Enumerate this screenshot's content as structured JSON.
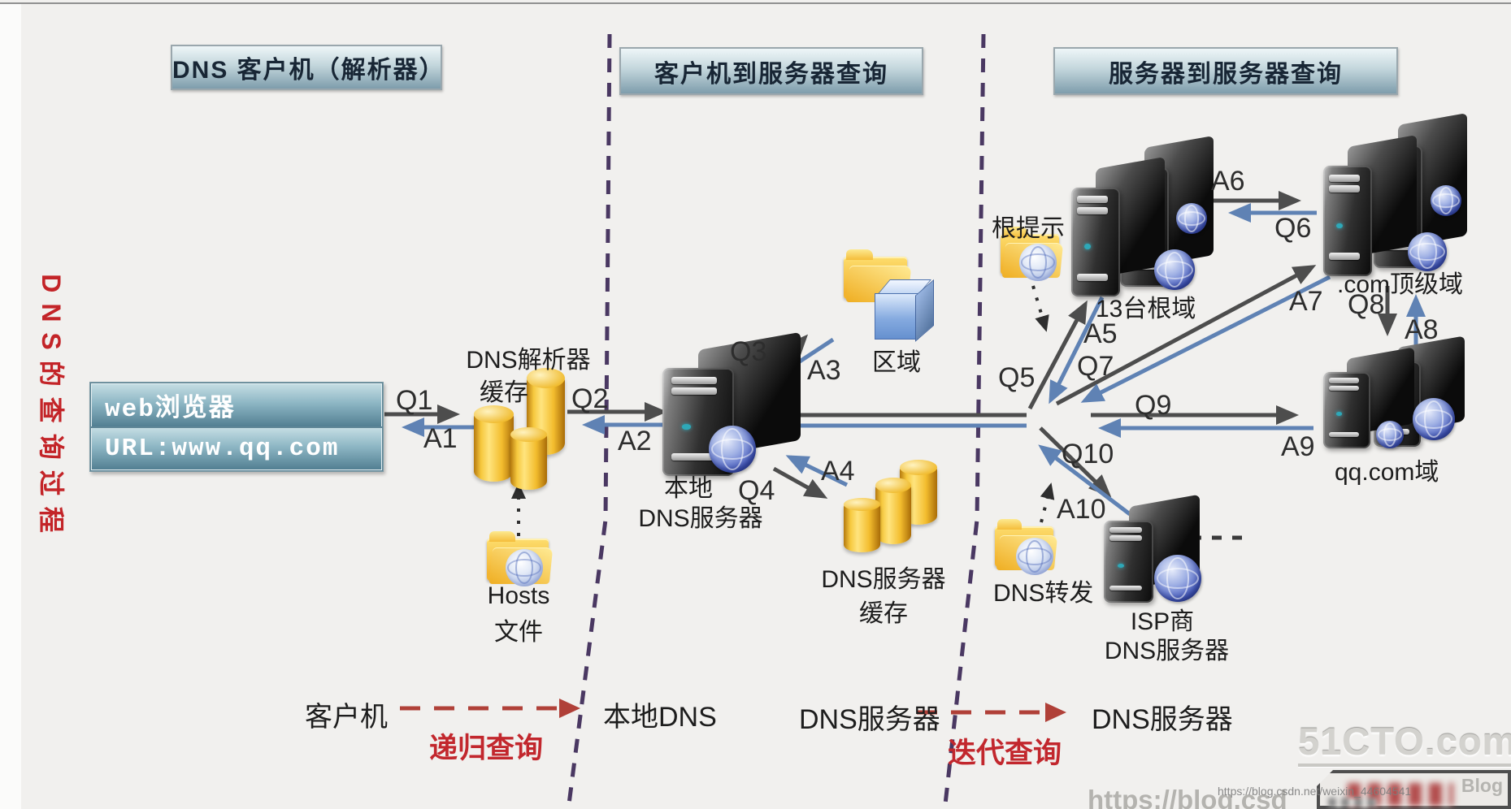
{
  "headers": {
    "client": "DNS 客户机（解析器）",
    "client_to_server": "客户机到服务器查询",
    "server_to_server": "服务器到服务器查询"
  },
  "side_title": "DNS的查询过程",
  "browser": {
    "line1": "web浏览器",
    "line2": "URL:www.qq.com"
  },
  "nodes": {
    "resolver_cache_1": "DNS解析器",
    "resolver_cache_2": "缓存",
    "hosts_1": "Hosts",
    "hosts_2": "文件",
    "local_dns_1": "本地",
    "local_dns_2": "DNS服务器",
    "zone": "区域",
    "server_cache_1": "DNS服务器",
    "server_cache_2": "缓存",
    "root_hints": "根提示",
    "root_servers": "13台根域",
    "com_tld": ".com顶级域",
    "qq_domain": "qq.com域",
    "dns_forward": "DNS转发",
    "isp_1": "ISP商",
    "isp_2": "DNS服务器"
  },
  "edges": {
    "q1": "Q1",
    "a1": "A1",
    "q2": "Q2",
    "a2": "A2",
    "q3": "Q3",
    "a3": "A3",
    "q4": "Q4",
    "a4": "A4",
    "q5": "Q5",
    "a5": "A5",
    "q6": "Q6",
    "a6": "A6",
    "q7": "Q7",
    "a7": "A7",
    "q8": "Q8",
    "a8": "A8",
    "q9": "Q9",
    "a9": "A9",
    "q10": "Q10",
    "a10": "A10"
  },
  "legend": {
    "client": "客户机",
    "recursive": "递归查询",
    "local_dns": "本地DNS",
    "dns_server_left": "DNS服务器",
    "iterative": "迭代查询",
    "dns_server_right": "DNS服务器"
  },
  "watermarks": {
    "logo": "51CTO.com",
    "blog": "Blog",
    "url_small": "https://blog.csdn.net/weixin_44604541",
    "url_large": "https://blog.csd"
  },
  "colors": {
    "query_arrow": "#4d4d4d",
    "answer_arrow": "#5f82b4",
    "divider": "#4a3862",
    "legend_red": "#b04038",
    "title_red": "#c32428"
  }
}
